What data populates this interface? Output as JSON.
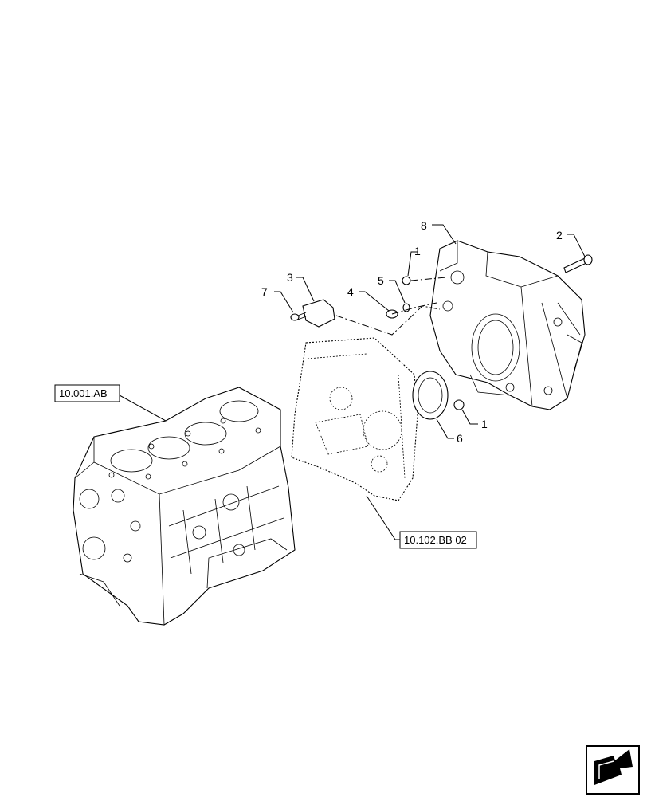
{
  "callouts": {
    "c1a": "1",
    "c1b": "1",
    "c2": "2",
    "c3": "3",
    "c4": "4",
    "c5": "5",
    "c6": "6",
    "c7": "7",
    "c8": "8"
  },
  "references": {
    "engine_block": "10.001.AB",
    "front_plate": "10.102.BB 02"
  },
  "icons": {
    "nav": "next-page-arrow-icon"
  }
}
